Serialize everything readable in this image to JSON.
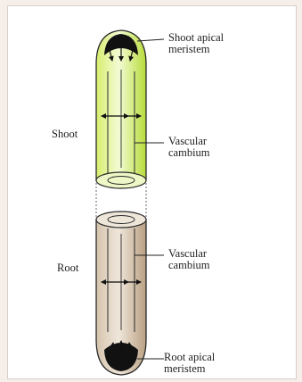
{
  "labels": {
    "shoot_apical_meristem": [
      "Shoot apical",
      "meristem"
    ],
    "shoot": "Shoot",
    "vascular_cambium_shoot": [
      "Vascular",
      "cambium"
    ],
    "vascular_cambium_root": [
      "Vascular",
      "cambium"
    ],
    "root": "Root",
    "root_apical_meristem": [
      "Root apical",
      "meristem"
    ]
  },
  "colors": {
    "shoot_green_light": "#eaf6b8",
    "shoot_green": "#b8dc3a",
    "root_tan_light": "#ece2d4",
    "root_tan": "#c4ac90",
    "meristem_black": "#111111",
    "outline": "#2a2a2a",
    "background": "#f6efe9"
  }
}
